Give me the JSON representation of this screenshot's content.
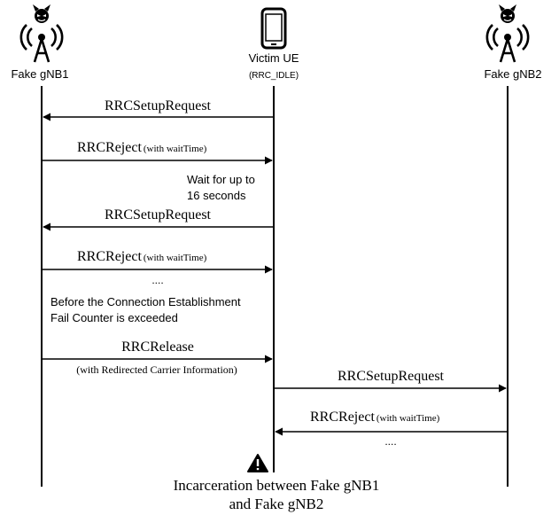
{
  "entities": {
    "gnb1": {
      "label": "Fake gNB1",
      "icon": "devil-base-station-icon"
    },
    "ue": {
      "label": "Victim UE",
      "sublabel": "(RRC_IDLE)",
      "icon": "smartphone-icon"
    },
    "gnb2": {
      "label": "Fake gNB2",
      "icon": "devil-base-station-icon"
    }
  },
  "messages": [
    {
      "id": "m1",
      "main": "RRCSetupRequest",
      "suffix": "",
      "from": "ue",
      "to": "gnb1"
    },
    {
      "id": "m2",
      "main": "RRCReject",
      "suffix": "(with waitTime)",
      "from": "gnb1",
      "to": "ue"
    },
    {
      "id": "m3",
      "main": "RRCSetupRequest",
      "suffix": "",
      "from": "ue",
      "to": "gnb1"
    },
    {
      "id": "m4",
      "main": "RRCReject",
      "suffix": "(with waitTime)",
      "from": "gnb1",
      "to": "ue"
    },
    {
      "id": "m5",
      "main": "RRCRelease",
      "suffix": "",
      "below": "(with Redirected Carrier Information)",
      "from": "gnb1",
      "to": "ue"
    },
    {
      "id": "m6",
      "main": "RRCSetupRequest",
      "suffix": "",
      "from": "ue",
      "to": "gnb2"
    },
    {
      "id": "m7",
      "main": "RRCReject",
      "suffix": "(with waitTime)",
      "from": "gnb2",
      "to": "ue"
    }
  ],
  "notes": {
    "wait_line1": "Wait for up to",
    "wait_line2": "16 seconds",
    "ellipsis1": "....",
    "before_line1": "Before the Connection Establishment",
    "before_line2": "Fail Counter is exceeded",
    "ellipsis2": "...."
  },
  "conclusion": {
    "line1": "Incarceration between Fake gNB1",
    "line2": "and Fake gNB2",
    "icon": "warning-icon"
  },
  "colors": {
    "line": "#000000",
    "background": "#ffffff",
    "warning_mark": "#ffffff"
  }
}
